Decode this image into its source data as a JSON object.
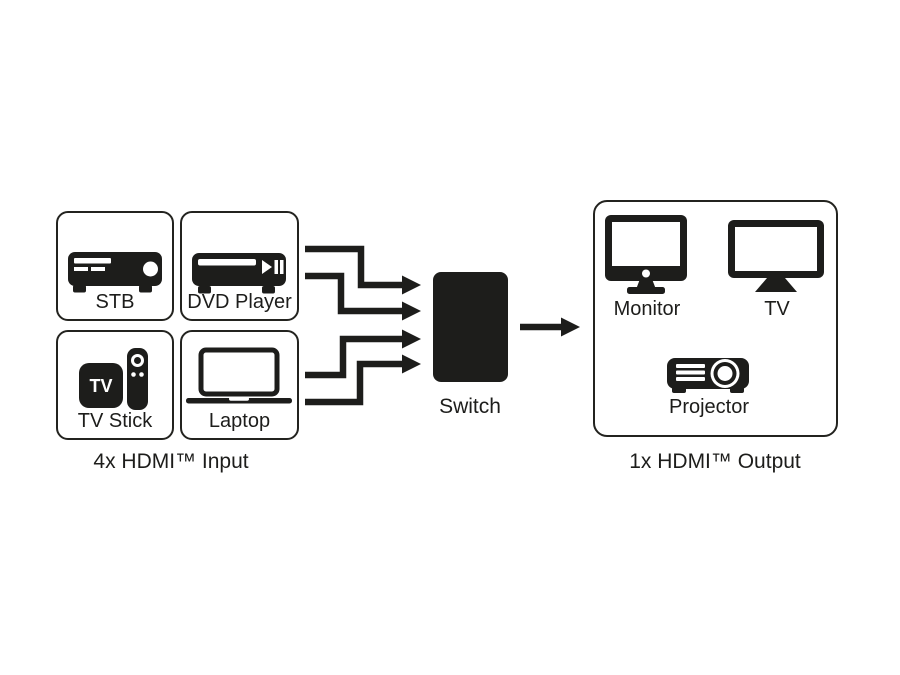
{
  "colors": {
    "ink": "#1d1d1b",
    "background": "#ffffff"
  },
  "inputs": {
    "caption": "4x HDMI™ Input",
    "devices": [
      {
        "label": "STB",
        "icon": "set-top-box-icon"
      },
      {
        "label": "DVD Player",
        "icon": "dvd-player-icon"
      },
      {
        "label": "TV Stick",
        "icon": "tv-stick-icon",
        "icon_text": "TV"
      },
      {
        "label": "Laptop",
        "icon": "laptop-icon"
      }
    ]
  },
  "switch": {
    "label": "Switch"
  },
  "outputs": {
    "caption": "1x HDMI™ Output",
    "devices": [
      {
        "label": "Monitor",
        "icon": "monitor-icon"
      },
      {
        "label": "TV",
        "icon": "tv-icon"
      },
      {
        "label": "Projector",
        "icon": "projector-icon"
      }
    ]
  }
}
